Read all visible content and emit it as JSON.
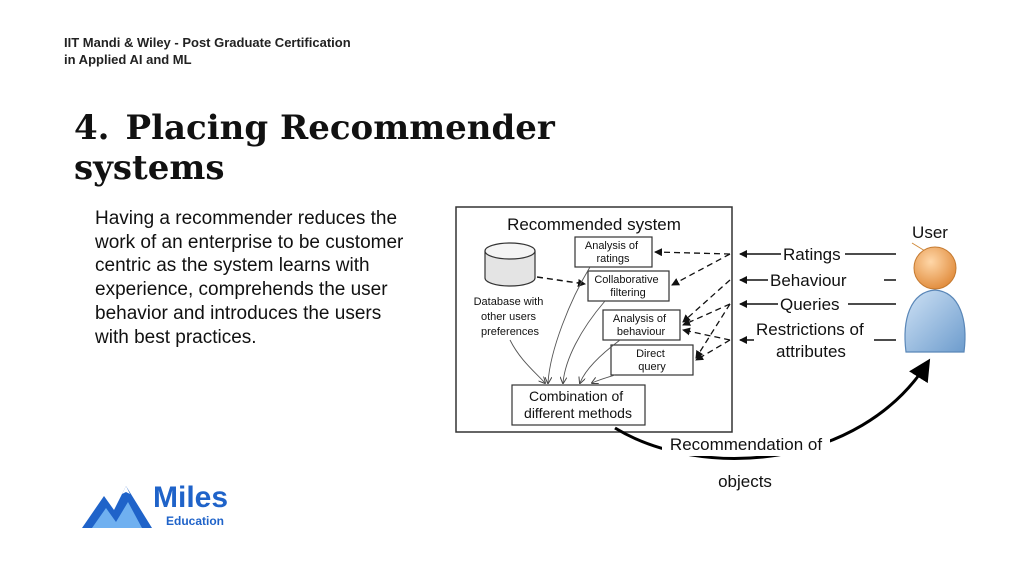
{
  "header": {
    "line1": "IIT Mandi & Wiley - Post Graduate Certification",
    "line2": "in Applied AI and ML"
  },
  "title": {
    "number": "4.",
    "line1": "Placing Recommender",
    "line2": "systems"
  },
  "body_text": "Having a recommender reduces the work of an enterprise to be customer centric as the system learns with experience, comprehends the user behavior and introduces the users with best practices.",
  "diagram": {
    "system_title": "Recommended system",
    "database_label": [
      "Database with",
      "other users",
      "preferences"
    ],
    "boxes": {
      "analysis_ratings": [
        "Analysis of",
        "ratings"
      ],
      "collaborative": [
        "Collaborative",
        "filtering"
      ],
      "analysis_behaviour": [
        "Analysis of",
        "behaviour"
      ],
      "direct_query": [
        "Direct",
        "query"
      ],
      "combination": [
        "Combination of",
        "different methods"
      ]
    },
    "inputs": {
      "ratings": "Ratings",
      "behaviour": "Behaviour",
      "queries": "Queries",
      "restrictions": [
        "Restrictions of",
        "attributes"
      ]
    },
    "user_label": "User",
    "recommendation": [
      "Recommendation of",
      "objects"
    ]
  },
  "logo": {
    "brand": "Miles",
    "sub": "Education",
    "icon": "mountain-logo-icon"
  }
}
